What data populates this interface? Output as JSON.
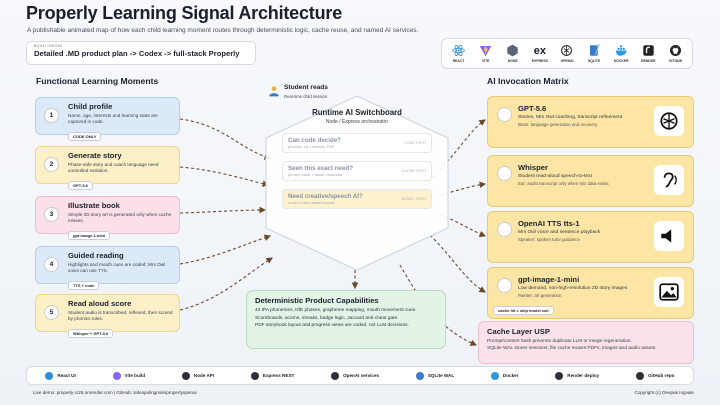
{
  "header": {
    "title": "Properly Learning Signal Architecture",
    "subtitle": "A publishable animated map of how each child learning moment routes through deterministic logic, cache reuse, and named AI services.",
    "build_label": "BUILD ORIGIN",
    "build_text": "Detailed .MD product plan -> Codex -> full-stack Properly"
  },
  "tech_badges": [
    {
      "label": "REACT",
      "icon": "react-icon",
      "color": "#2c8fd6"
    },
    {
      "label": "VITE",
      "icon": "vite-icon",
      "color": "#8d63f2"
    },
    {
      "label": "NODE",
      "icon": "node-icon",
      "color": "#5a6472"
    },
    {
      "label": "EXPRESS",
      "icon": "express-icon",
      "color": "#222"
    },
    {
      "label": "OPENAI",
      "icon": "openai-icon",
      "color": "#222"
    },
    {
      "label": "SQLITE",
      "icon": "sqlite-icon",
      "color": "#3b79c9"
    },
    {
      "label": "DOCKER",
      "icon": "docker-icon",
      "color": "#2b95e6"
    },
    {
      "label": "RENDER",
      "icon": "render-icon",
      "color": "#222"
    },
    {
      "label": "GITHUB",
      "icon": "github-icon",
      "color": "#222"
    }
  ],
  "left": {
    "heading": "Functional Learning Moments",
    "cards": [
      {
        "num": "1",
        "title": "Child profile",
        "desc": "Name, age, interests and learning state are captured in code.",
        "pill": "CODE ONLY",
        "color": "blue"
      },
      {
        "num": "2",
        "title": "Generate story",
        "desc": "Phase-safe story and coach language need controlled variation.",
        "pill": "GPT-5.6",
        "color": "yellow"
      },
      {
        "num": "3",
        "title": "Illustrate book",
        "desc": "Simple 2D story art is generated only when cache misses.",
        "pill": "gpt-image-1-mini",
        "color": "pink"
      },
      {
        "num": "4",
        "title": "Guided reading",
        "desc": "Highlights and mouth cues are coded; Mrs Owl voice can use TTS.",
        "pill": "TTS + code",
        "color": "blue"
      },
      {
        "num": "5",
        "title": "Read aloud score",
        "desc": "Student audio is transcribed, reflexed, then scored by phonics rules.",
        "pill": "Whisper + GPT-5.6",
        "color": "yellow"
      }
    ]
  },
  "center": {
    "student_title": "Student reads",
    "student_sub": "Real-time child session",
    "switch_title": "Runtime AI Switchboard",
    "switch_sub": "Node / Express orchestrator",
    "decisions": [
      {
        "q": "Can code decide?",
        "hint": "phonics, UI, rewards, PDF",
        "tag": "CODE PATH"
      },
      {
        "q": "Seen this exact need?",
        "hint": "prompt hash + asset metadata",
        "tag": "CACHE PATH"
      },
      {
        "q": "Need creative/speech AI?",
        "hint": "route to one named model",
        "tag": "MODEL PATH"
      }
    ]
  },
  "capabilities": {
    "title": "Deterministic Product Capabilities",
    "lines": [
      "44 IPA phonemes, DfE phases, grapheme mapping, mouth movement cues.",
      "Scoreboards, acorns, streaks, badge logic, Jaccard anti-cheat gate.",
      "PDF storybook layout and progress views are coded, not LLM decisions."
    ]
  },
  "right": {
    "heading": "AI Invocation Matrix",
    "cards": [
      {
        "title": "GPT-5.6",
        "desc": "Stories, Mrs Owl coaching, transcript refinement",
        "desc2": "Brain: language generation and recovery",
        "icon": "openai-icon"
      },
      {
        "title": "Whisper",
        "desc": "Student read-aloud speech-to-text",
        "desc2": "Ear: audio transcript only when mic data exists",
        "icon": "ear-icon"
      },
      {
        "title": "OpenAI TTS tts-1",
        "desc": "Mrs Owl voice and sentence playback",
        "desc2": "Speaker: spoken tutor guidance",
        "icon": "speaker-icon"
      },
      {
        "title": "gpt-image-1-mini",
        "desc": "Low demand, non-high-resolution 2D story images",
        "desc2": "Painter: art generation",
        "pill": "cache hit = skip model call",
        "icon": "image-icon"
      }
    ]
  },
  "usp": {
    "title": "Cache Layer USP",
    "lines": [
      "Prompt/content hash prevents duplicate LLM or image regeneration.",
      "SQLite WAL stores sessions; file cache reuses PDFs, images and audio assets."
    ]
  },
  "footer_items": [
    {
      "label": "React UI",
      "icon": "react-icon"
    },
    {
      "label": "Vite build",
      "icon": "vite-icon"
    },
    {
      "label": "Node API",
      "icon": "node-icon"
    },
    {
      "label": "Express REST",
      "icon": "express-icon"
    },
    {
      "label": "OpenAI services",
      "icon": "openai-icon"
    },
    {
      "label": "SQLite WAL",
      "icon": "sqlite-icon"
    },
    {
      "label": "Docker",
      "icon": "docker-icon"
    },
    {
      "label": "Render deploy",
      "icon": "render-icon"
    },
    {
      "label": "GitHub repo",
      "icon": "github-icon"
    }
  ],
  "footer": {
    "left": "Live demo: properly-ci26.onrender.com | GitHub: sidespulingnole/properlyopenai",
    "right": "Copyright (c) Deepak Ingvale"
  },
  "colors": {
    "blue": "#dce9f9",
    "yellow": "#fdefc6",
    "pink": "#fbe0ea",
    "green": "#e1f2e3",
    "orange_card": "#fde6a5",
    "flow": "#6b4a2b"
  }
}
